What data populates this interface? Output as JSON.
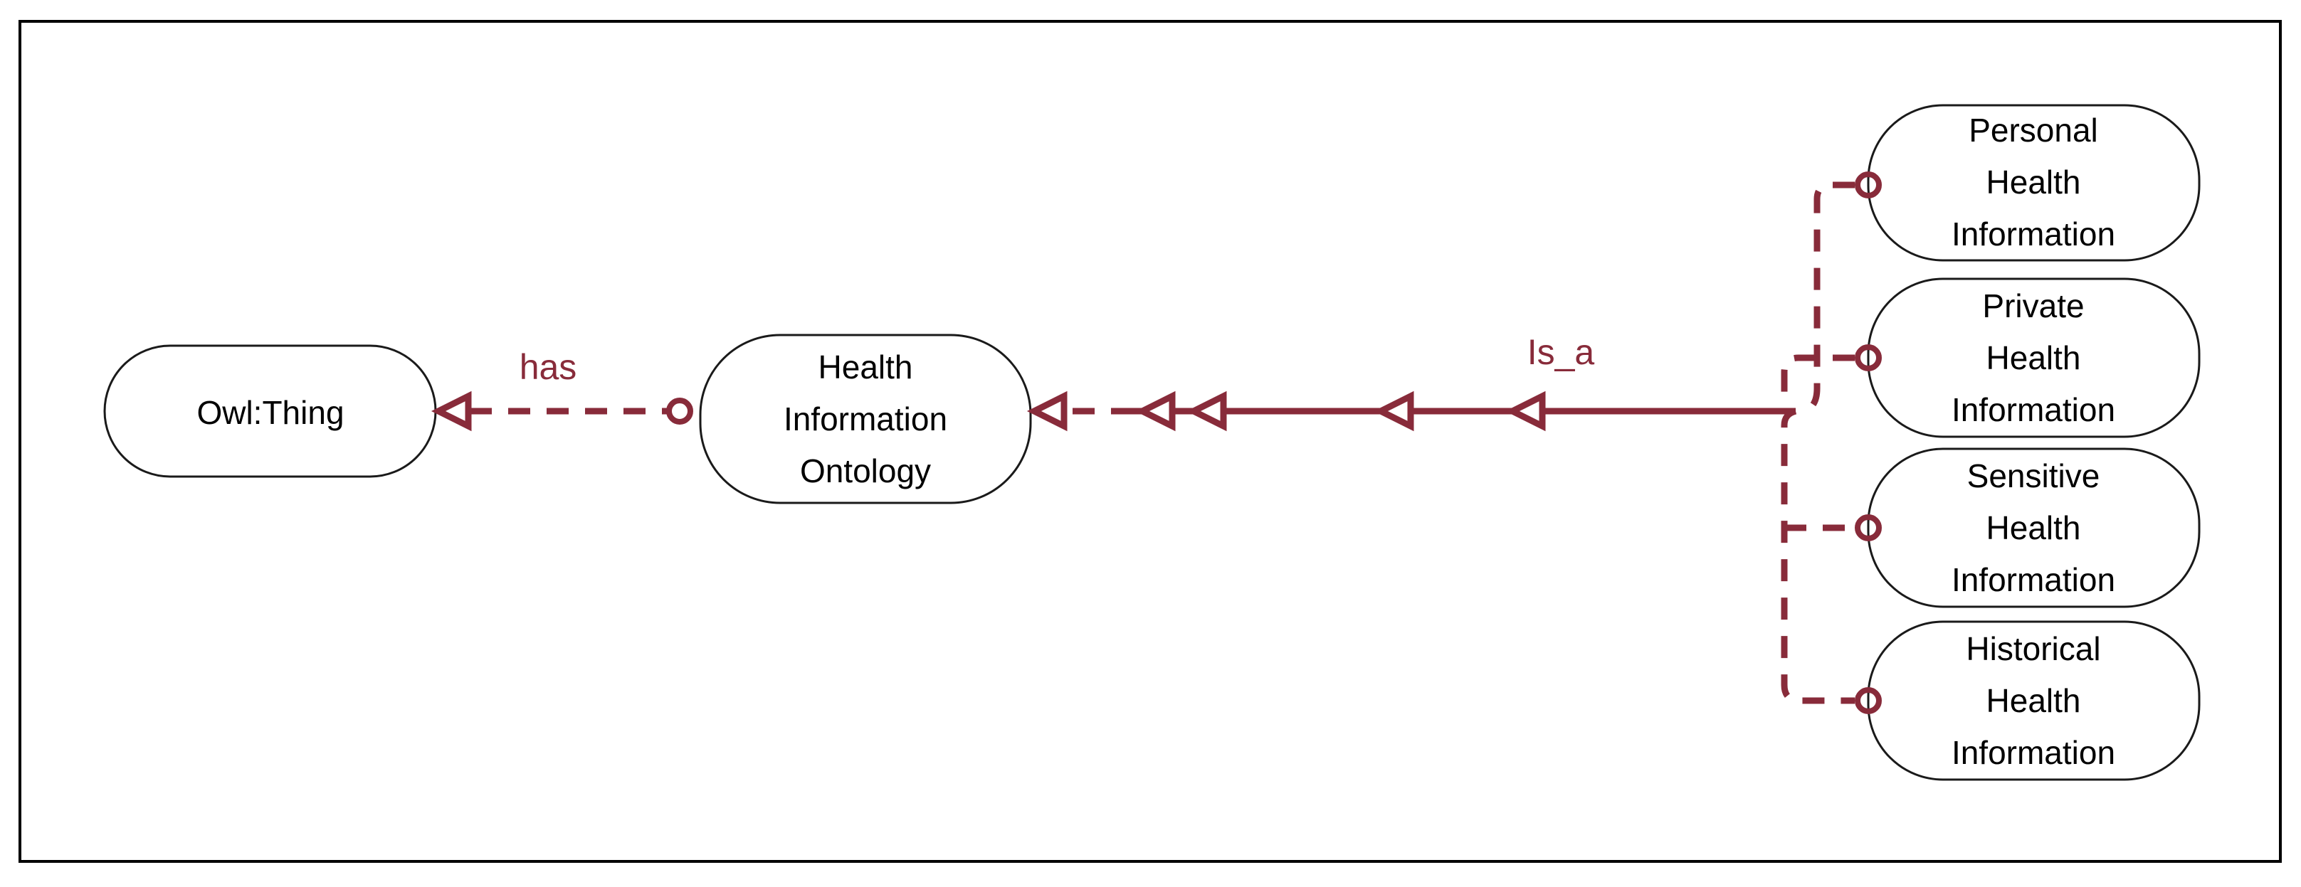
{
  "colors": {
    "accent": "#882B3A",
    "node_border": "#1a1a1a",
    "frame_border": "#000000",
    "background": "#ffffff"
  },
  "nodes": {
    "owl_thing": {
      "lines": [
        "Owl:Thing"
      ]
    },
    "health_information_ontology": {
      "lines": [
        "Health",
        "Information",
        "Ontology"
      ]
    },
    "personal_health_information": {
      "lines": [
        "Personal",
        "Health",
        "Information"
      ]
    },
    "private_health_information": {
      "lines": [
        "Private",
        "Health",
        "Information"
      ]
    },
    "sensitive_health_information": {
      "lines": [
        "Sensitive",
        "Health",
        "Information"
      ]
    },
    "historical_health_information": {
      "lines": [
        "Historical",
        "Health",
        "Information"
      ]
    }
  },
  "edges": {
    "has": {
      "label": "has"
    },
    "is_a": {
      "label": "Is_a"
    }
  }
}
